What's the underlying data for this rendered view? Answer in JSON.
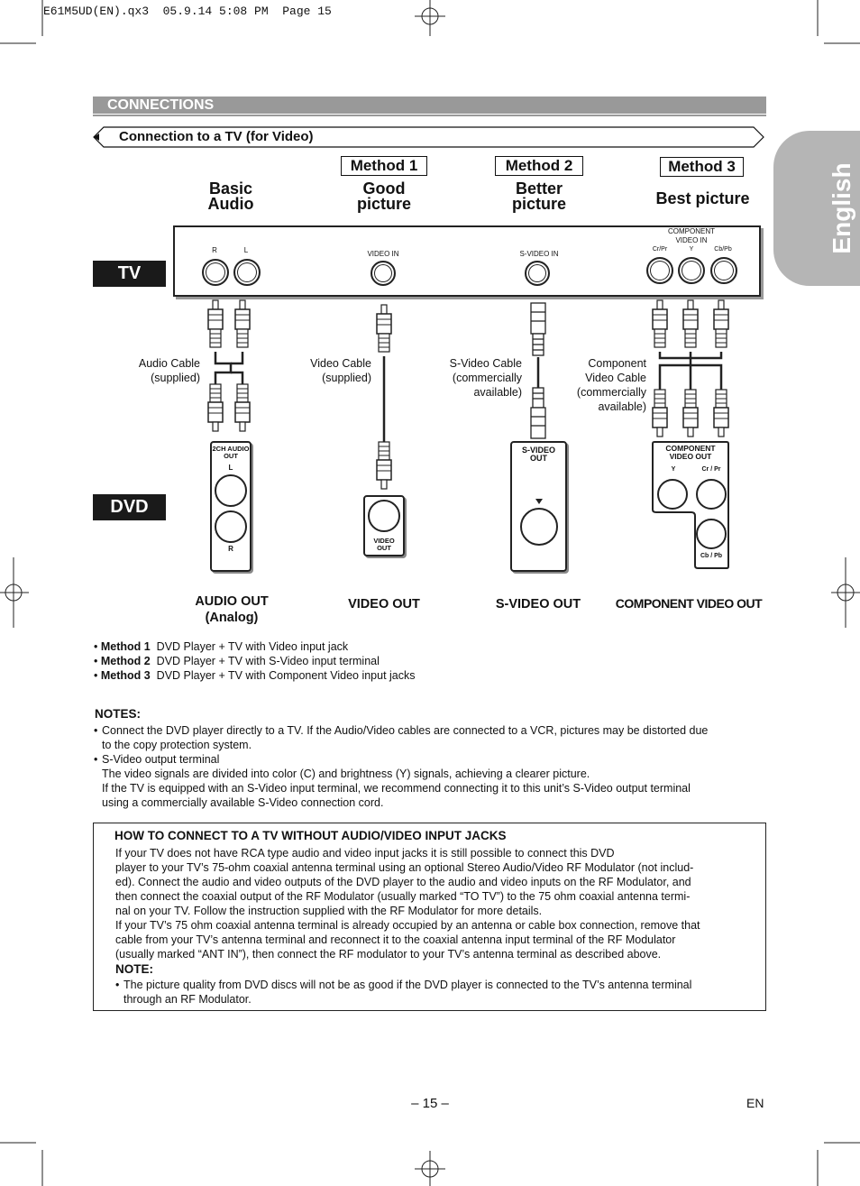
{
  "header": {
    "file_info": "E61M5UD(EN).qx3  05.9.14 5:08 PM  Page 15"
  },
  "side_tab": {
    "label": "English"
  },
  "section": {
    "title": "CONNECTIONS",
    "subtitle": "Connection to a TV (for Video)"
  },
  "columns": [
    {
      "method": "",
      "quality": "Basic\nAudio"
    },
    {
      "method": "Method 1",
      "quality": "Good\npicture"
    },
    {
      "method": "Method 2",
      "quality": "Better\npicture"
    },
    {
      "method": "Method 3",
      "quality": "Best picture"
    }
  ],
  "tv": {
    "label": "TV",
    "jack_labels": {
      "audio_r": "R",
      "audio_l": "L",
      "video_in": "VIDEO IN",
      "svideo_in": "S-VIDEO IN",
      "component_title": "COMPONENT\nVIDEO IN",
      "cr": "Cr/Pr",
      "y": "Y",
      "cb": "Cb/Pb"
    }
  },
  "cables": {
    "audio": "Audio Cable\n(supplied)",
    "video": "Video Cable\n(supplied)",
    "svideo": "S-Video Cable\n(commercially\navailable)",
    "component": "Component\nVideo Cable\n(commercially\navailable)"
  },
  "dvd": {
    "label": "DVD",
    "panel_labels": {
      "audio_title": "2CH AUDIO\nOUT",
      "audio_l": "L",
      "audio_r": "R",
      "video_title": "VIDEO\nOUT",
      "svideo_title": "S-VIDEO\nOUT",
      "component_title": "COMPONENT\nVIDEO OUT",
      "y": "Y",
      "cr": "Cr / Pr",
      "cb": "Cb / Pb"
    },
    "outputs": {
      "audio": "AUDIO OUT\n(Analog)",
      "video": "VIDEO OUT",
      "svideo": "S-VIDEO OUT",
      "component": "COMPONENT VIDEO OUT"
    }
  },
  "methods_list": [
    {
      "name": "Method 1",
      "desc": "DVD Player + TV with Video input jack"
    },
    {
      "name": "Method 2",
      "desc": "DVD Player + TV with S-Video input terminal"
    },
    {
      "name": "Method 3",
      "desc": "DVD Player + TV with Component Video input jacks"
    }
  ],
  "notes": {
    "title": "NOTES:",
    "items": [
      "Connect the DVD player directly to a TV. If the Audio/Video cables are connected to a VCR, pictures may be distorted due\nto the copy protection system.",
      "S-Video output terminal\nThe video signals are divided into color (C) and brightness (Y) signals, achieving a clearer picture.\nIf the TV is equipped with an S-Video input terminal, we recommend connecting it to this unit’s S-Video output terminal\nusing a commercially available S-Video connection cord."
    ]
  },
  "box": {
    "title": "HOW TO CONNECT TO A TV WITHOUT AUDIO/VIDEO INPUT JACKS",
    "para1": "If your TV does not have RCA type audio and video input jacks it is still possible to connect this DVD\nplayer to your TV’s 75-ohm coaxial antenna terminal using an optional Stereo Audio/Video RF Modulator (not includ-\ned). Connect the audio and video outputs of the DVD player to the audio and video inputs on the RF Modulator, and\nthen connect the coaxial output of the RF Modulator (usually marked “TO TV”) to the 75 ohm coaxial antenna termi-\nnal on your TV. Follow the instruction supplied with the RF Modulator for more details.",
    "para2": "If your TV’s 75 ohm coaxial antenna terminal is already occupied by an antenna or cable box connection, remove that\ncable from your TV’s antenna terminal and reconnect it to the coaxial antenna input terminal of the RF Modulator\n(usually marked “ANT IN”), then connect the RF modulator to your TV’s antenna terminal as described above.",
    "note_title": "NOTE:",
    "note_item": "The picture quality from DVD discs will not be as good if the DVD player is connected to the TV’s antenna terminal\nthrough an RF Modulator."
  },
  "footer": {
    "page": "– 15 –",
    "lang": "EN"
  }
}
